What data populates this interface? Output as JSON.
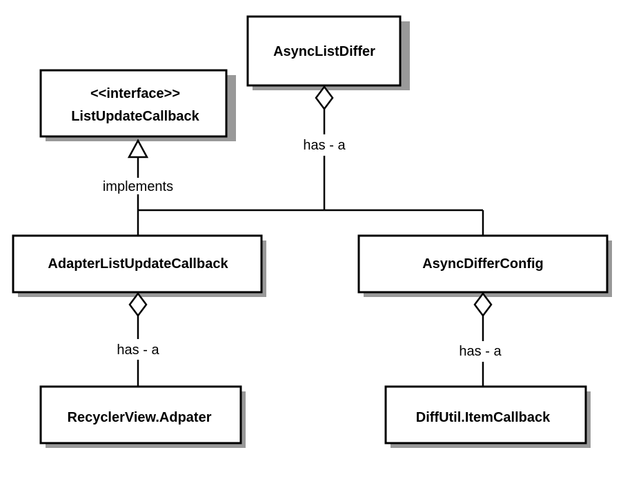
{
  "classes": {
    "async_list_differ": "AsyncListDiffer",
    "list_update_callback": {
      "stereotype": "<<interface>>",
      "name": "ListUpdateCallback"
    },
    "adapter_list_update_callback": "AdapterListUpdateCallback",
    "async_differ_config": "AsyncDifferConfig",
    "recycler_view_adapter": "RecyclerView.Adpater",
    "diff_util_item_callback": "DiffUtil.ItemCallback"
  },
  "relations": {
    "implements_label": "implements",
    "has_a_differ": "has - a",
    "has_a_adapter": "has - a",
    "has_a_config": "has - a"
  }
}
